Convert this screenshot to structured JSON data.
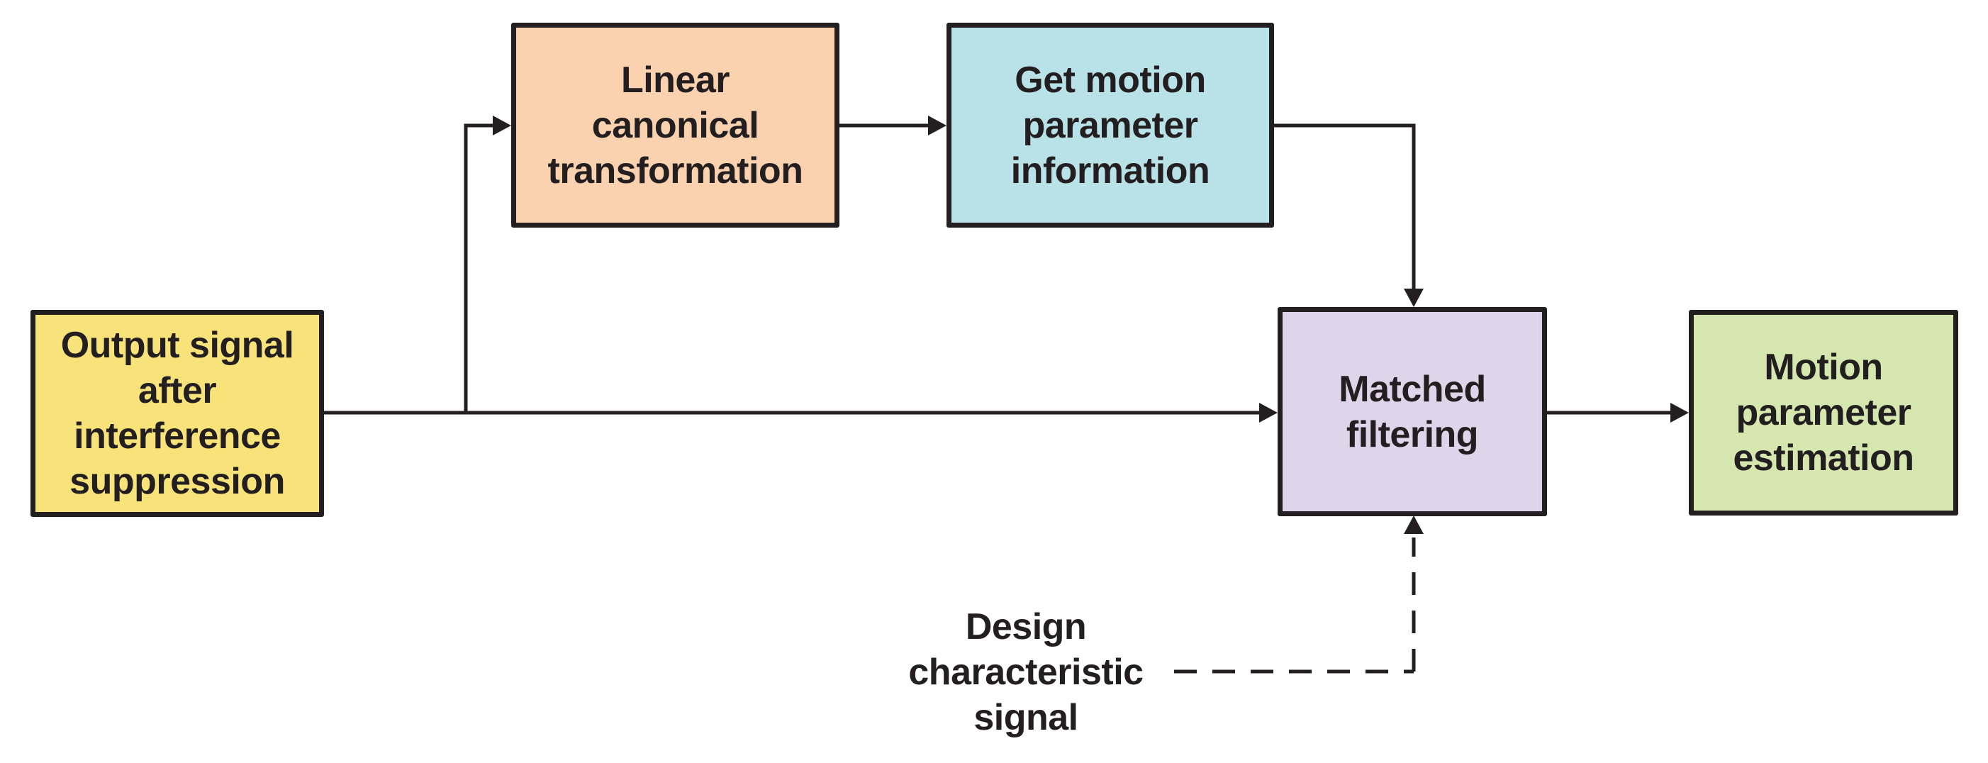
{
  "diagram": {
    "background_color": "#FFFFFF",
    "line_color": "#231F20",
    "text_color": "#231F20"
  },
  "nodes": [
    {
      "id": "output-signal",
      "label": "Output signal\nafter\ninterference\nsuppression",
      "fill": "#F8E37A"
    },
    {
      "id": "linear-canonical",
      "label": "Linear\ncanonical\ntransformation",
      "fill": "#FAD2B0"
    },
    {
      "id": "get-motion",
      "label": "Get motion\nparameter\ninformation",
      "fill": "#B9E1E8"
    },
    {
      "id": "matched-filtering",
      "label": "Matched\nfiltering",
      "fill": "#DFD4E9"
    },
    {
      "id": "motion-estimation",
      "label": "Motion\nparameter\nestimation",
      "fill": "#D5E7AE"
    }
  ],
  "annotations": [
    {
      "id": "design-signal",
      "label": "Design\ncharacteristic\nsignal"
    }
  ],
  "edges": [
    {
      "from": "output-signal",
      "to": "matched-filtering",
      "style": "solid"
    },
    {
      "from": "output-signal",
      "to": "linear-canonical",
      "style": "solid"
    },
    {
      "from": "linear-canonical",
      "to": "get-motion",
      "style": "solid"
    },
    {
      "from": "get-motion",
      "to": "matched-filtering",
      "style": "solid"
    },
    {
      "from": "matched-filtering",
      "to": "motion-estimation",
      "style": "solid"
    },
    {
      "from": "design-signal",
      "to": "matched-filtering",
      "style": "dashed"
    }
  ]
}
